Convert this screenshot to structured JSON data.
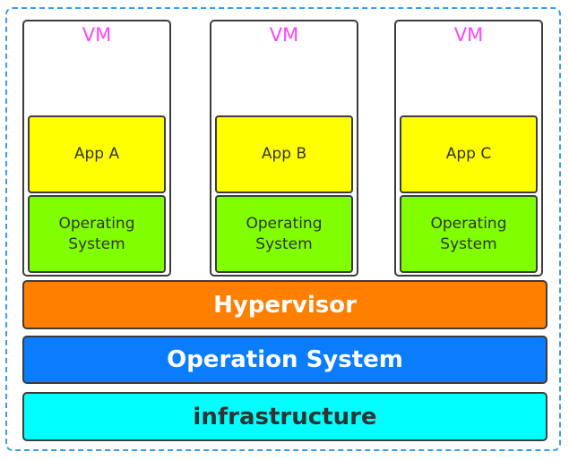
{
  "diagram": {
    "title": "",
    "vms": [
      {
        "label": "VM",
        "app": "App A",
        "os": "Operating System"
      },
      {
        "label": "VM",
        "app": "App B",
        "os": "Operating System"
      },
      {
        "label": "VM",
        "app": "App C",
        "os": "Operating System"
      }
    ],
    "layers": {
      "hypervisor": "Hypervisor",
      "host_os": "Operation System",
      "infrastructure": "infrastructure"
    },
    "colors": {
      "vm_label": "#ff44ff",
      "app": "#ffff00",
      "guest_os": "#80ff00",
      "hypervisor": "#ff7f00",
      "host_os": "#0a7dff",
      "infrastructure": "#00ffff",
      "outer_border": "#3a9bf0"
    }
  }
}
